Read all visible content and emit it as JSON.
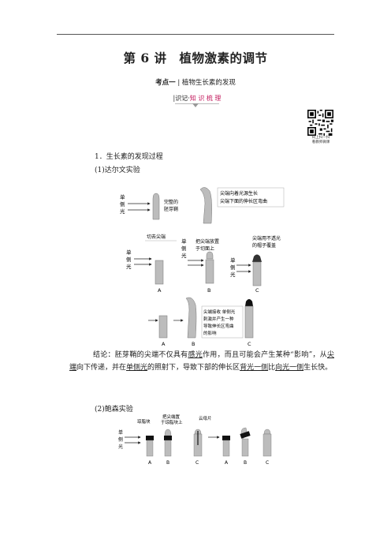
{
  "header": {
    "title": "第 6 讲　植物激素的调节",
    "subtitle_prefix": "考点一",
    "subtitle_sep": "|",
    "subtitle_text": "植物生长素的发现",
    "tag_prefix": "|识记·",
    "tag_text": "知 识 梳 理"
  },
  "qr": {
    "caption_line1": "码上扫一扫",
    "caption_line2": "看教师微课"
  },
  "section1": {
    "heading": "1．生长素的发现过程",
    "sub1": "(1)达尔文实验"
  },
  "darwin_labels": {
    "light": [
      "单",
      "侧",
      "光"
    ],
    "intact": [
      "完整的",
      "胚芽鞘"
    ],
    "result": [
      "尖端向着光源生长",
      "尖端下面的伸长区弯曲"
    ],
    "cut_tip": "切去尖端",
    "place_tip": [
      "把尖端放置",
      "于切面上"
    ],
    "cap": [
      "尖端用不透光",
      "的帽子覆盖"
    ],
    "bottom_note": [
      "尖端接收 单侧光",
      "刺激并产生一种",
      "导致伸长区弯曲",
      "的影响"
    ],
    "letters": [
      "A",
      "B",
      "C"
    ]
  },
  "conclusion": {
    "lead": "结论：胚芽鞘的尖端不仅具有",
    "u1": "感光",
    "t2": "作用，而且可能会产生某种“影响”，从",
    "u2": "尖端",
    "t3": "向下传递，并在",
    "u3": "单侧光",
    "t4": "的照射下，导致下部的伸长区",
    "u4": "背光一侧",
    "t5": "比",
    "u5": "向光一侧",
    "t6": "生长快。"
  },
  "section2": {
    "sub2": "(2)鲍森实验",
    "labels": {
      "agar": "琼脂块",
      "place": [
        "把尖端置",
        "于琼脂块上"
      ],
      "mica": "云母片",
      "light": [
        "单",
        "侧",
        "光"
      ],
      "letters": [
        "A",
        "B",
        "C",
        "A",
        "B",
        "C"
      ]
    }
  },
  "colors": {
    "plant": "#bcbcbc",
    "accent": "#c2185b",
    "cap": "#111111"
  }
}
